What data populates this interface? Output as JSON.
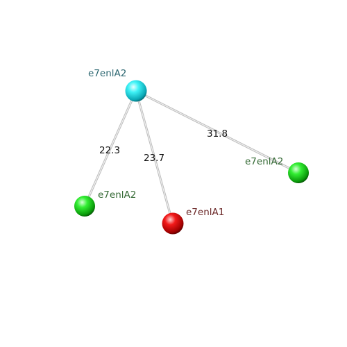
{
  "nodes": [
    {
      "id": "center",
      "label": "e7enlA2",
      "color": "#1ee0ee",
      "label_color": "#2b6670"
    },
    {
      "id": "left",
      "label": "e7enlA2",
      "color": "#22dd22",
      "label_color": "#356a35"
    },
    {
      "id": "middle",
      "label": "e7enlA1",
      "color": "#ee1111",
      "label_color": "#6a2626"
    },
    {
      "id": "right",
      "label": "e7enlA2",
      "color": "#22dd22",
      "label_color": "#356a35"
    }
  ],
  "edges": [
    {
      "from": "center",
      "to": "left",
      "label": "22.3"
    },
    {
      "from": "center",
      "to": "middle",
      "label": "23.7"
    },
    {
      "from": "center",
      "to": "right",
      "label": "31.8"
    }
  ],
  "colors": {
    "edge": "#c8c8c8",
    "edge_highlight": "#f4f4f4",
    "background": "#ffffff"
  }
}
